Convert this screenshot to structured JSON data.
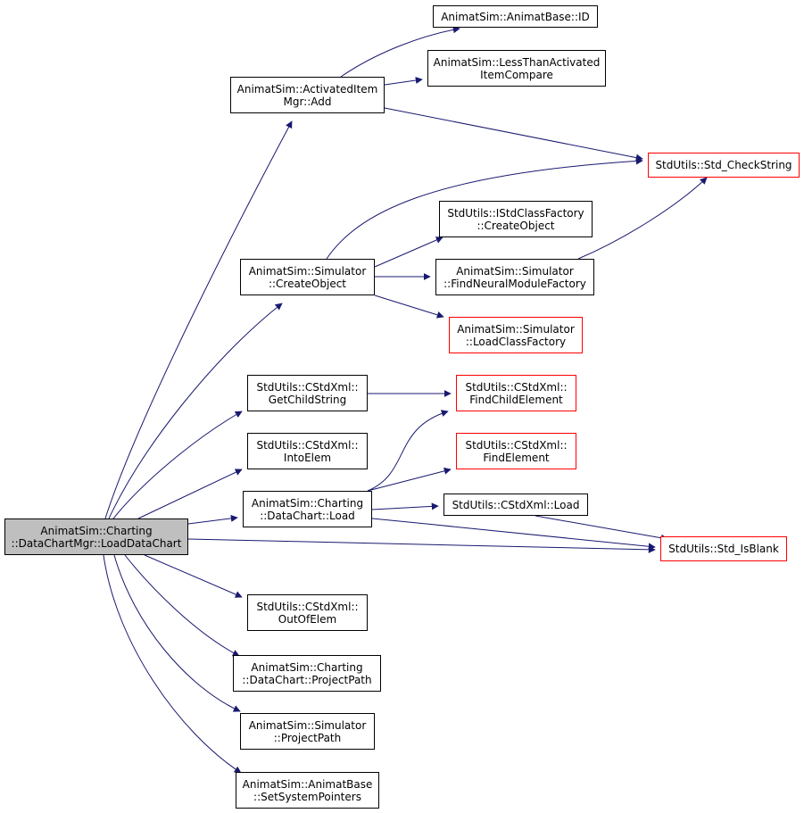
{
  "diagram": {
    "edge_color": "#191970",
    "highlight_border_color": "#ff0000",
    "root_fill_color": "#bfbfbf",
    "nodes": [
      {
        "id": "root",
        "lines": [
          "AnimatSim::Charting",
          "::DataChartMgr::LoadDataChart"
        ],
        "style": "root"
      },
      {
        "id": "animatbase_id",
        "lines": [
          "AnimatSim::AnimatBase::ID"
        ],
        "style": "normal"
      },
      {
        "id": "lessthan",
        "lines": [
          "AnimatSim::LessThanActivated",
          "ItemCompare"
        ],
        "style": "normal"
      },
      {
        "id": "activated_add",
        "lines": [
          "AnimatSim::ActivatedItem",
          "Mgr::Add"
        ],
        "style": "normal"
      },
      {
        "id": "checkstring",
        "lines": [
          "StdUtils::Std_CheckString"
        ],
        "style": "red"
      },
      {
        "id": "istd_create",
        "lines": [
          "StdUtils::IStdClassFactory",
          "::CreateObject"
        ],
        "style": "normal"
      },
      {
        "id": "sim_create",
        "lines": [
          "AnimatSim::Simulator",
          "::CreateObject"
        ],
        "style": "normal"
      },
      {
        "id": "findneural",
        "lines": [
          "AnimatSim::Simulator",
          "::FindNeuralModuleFactory"
        ],
        "style": "normal"
      },
      {
        "id": "loadclass",
        "lines": [
          "AnimatSim::Simulator",
          "::LoadClassFactory"
        ],
        "style": "red"
      },
      {
        "id": "getchild",
        "lines": [
          "StdUtils::CStdXml::",
          "GetChildString"
        ],
        "style": "normal"
      },
      {
        "id": "findchild",
        "lines": [
          "StdUtils::CStdXml::",
          "FindChildElement"
        ],
        "style": "red"
      },
      {
        "id": "intoelem",
        "lines": [
          "StdUtils::CStdXml::",
          "IntoElem"
        ],
        "style": "normal"
      },
      {
        "id": "findelement",
        "lines": [
          "StdUtils::CStdXml::",
          "FindElement"
        ],
        "style": "red"
      },
      {
        "id": "datachart_load",
        "lines": [
          "AnimatSim::Charting",
          "::DataChart::Load"
        ],
        "style": "normal"
      },
      {
        "id": "cstdxml_load",
        "lines": [
          "StdUtils::CStdXml::Load"
        ],
        "style": "normal"
      },
      {
        "id": "isblank",
        "lines": [
          "StdUtils::Std_IsBlank"
        ],
        "style": "red"
      },
      {
        "id": "outofelem",
        "lines": [
          "StdUtils::CStdXml::",
          "OutOfElem"
        ],
        "style": "normal"
      },
      {
        "id": "datachart_projectpath",
        "lines": [
          "AnimatSim::Charting",
          "::DataChart::ProjectPath"
        ],
        "style": "normal"
      },
      {
        "id": "sim_projectpath",
        "lines": [
          "AnimatSim::Simulator",
          "::ProjectPath"
        ],
        "style": "normal"
      },
      {
        "id": "setsystempointers",
        "lines": [
          "AnimatSim::AnimatBase",
          "::SetSystemPointers"
        ],
        "style": "normal"
      }
    ],
    "edges": [
      {
        "from": "root",
        "to": "activated_add"
      },
      {
        "from": "root",
        "to": "sim_create"
      },
      {
        "from": "root",
        "to": "getchild"
      },
      {
        "from": "root",
        "to": "intoelem"
      },
      {
        "from": "root",
        "to": "datachart_load"
      },
      {
        "from": "root",
        "to": "isblank"
      },
      {
        "from": "root",
        "to": "outofelem"
      },
      {
        "from": "root",
        "to": "datachart_projectpath"
      },
      {
        "from": "root",
        "to": "sim_projectpath"
      },
      {
        "from": "root",
        "to": "setsystempointers"
      },
      {
        "from": "activated_add",
        "to": "animatbase_id"
      },
      {
        "from": "activated_add",
        "to": "lessthan"
      },
      {
        "from": "activated_add",
        "to": "checkstring"
      },
      {
        "from": "sim_create",
        "to": "checkstring"
      },
      {
        "from": "sim_create",
        "to": "istd_create"
      },
      {
        "from": "sim_create",
        "to": "findneural"
      },
      {
        "from": "sim_create",
        "to": "loadclass"
      },
      {
        "from": "findneural",
        "to": "checkstring"
      },
      {
        "from": "getchild",
        "to": "findchild"
      },
      {
        "from": "datachart_load",
        "to": "findchild"
      },
      {
        "from": "datachart_load",
        "to": "findelement"
      },
      {
        "from": "datachart_load",
        "to": "cstdxml_load"
      },
      {
        "from": "datachart_load",
        "to": "isblank"
      },
      {
        "from": "cstdxml_load",
        "to": "isblank"
      }
    ]
  }
}
